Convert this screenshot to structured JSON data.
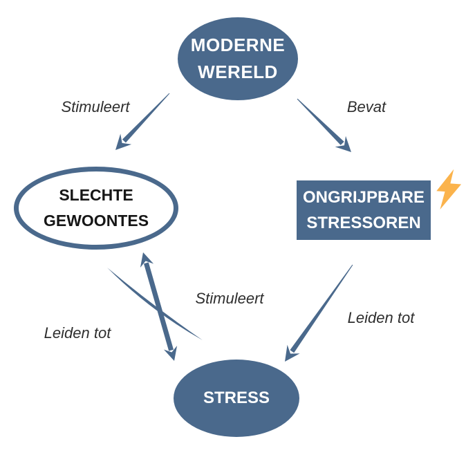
{
  "diagram": {
    "title": "stress-cycle-diagram",
    "colors": {
      "node_fill": "#4A698C",
      "node_text_light": "#FFFFFF",
      "node_text_dark": "#161616",
      "edge_label_text": "#2E2E2E",
      "lightning": "#FBB34C",
      "background": "#FFFFFF"
    },
    "nodes": {
      "moderne_wereld": {
        "lines": [
          "MODERNE",
          "WERELD"
        ],
        "shape": "ellipse",
        "style": "filled"
      },
      "slechte_gewoontes": {
        "lines": [
          "SLECHTE",
          "GEWOONTES"
        ],
        "shape": "ellipse",
        "style": "outlined"
      },
      "ongrijpbare_stressoren": {
        "lines": [
          "ONGRIJPBARE",
          "STRESSOREN"
        ],
        "shape": "rectangle",
        "style": "filled"
      },
      "stress": {
        "lines": [
          "STRESS"
        ],
        "shape": "ellipse",
        "style": "filled"
      }
    },
    "edges": [
      {
        "label": "Stimuleert",
        "from": "MODERNE WERELD",
        "to": "SLECHTE GEWOONTES",
        "direction": "one-way"
      },
      {
        "label": "Bevat",
        "from": "MODERNE WERELD",
        "to": "ONGRIJPBARE STRESSOREN",
        "direction": "one-way"
      },
      {
        "label": "Stimuleert",
        "from": "STRESS",
        "to": "SLECHTE GEWOONTES",
        "direction": "two-way"
      },
      {
        "label": "Leiden tot",
        "from": "SLECHTE GEWOONTES",
        "to": "STRESS",
        "direction": "one-way"
      },
      {
        "label": "Leiden tot",
        "from": "ONGRIJPBARE STRESSOREN",
        "to": "STRESS",
        "direction": "one-way"
      }
    ],
    "icons": {
      "lightning": "lightning-bolt"
    }
  }
}
